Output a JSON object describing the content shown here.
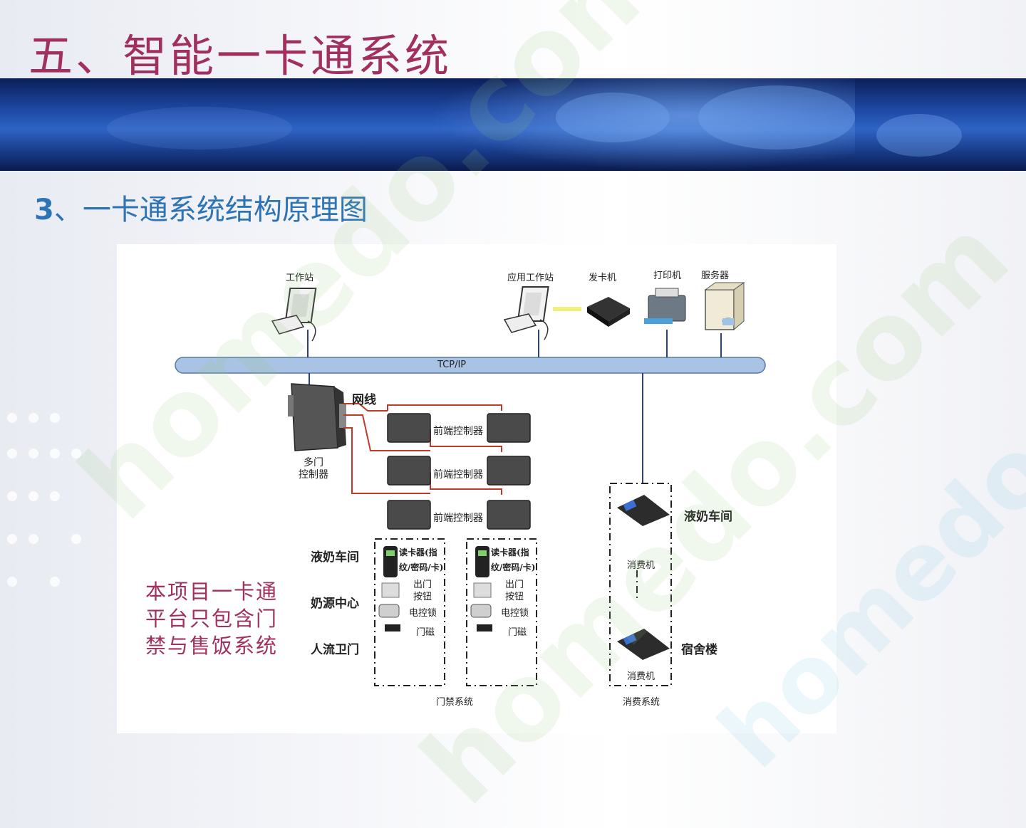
{
  "slide": {
    "title": "五、智能一卡通系统",
    "subtitle_num": "3",
    "subtitle_text": "、一卡通系统结构原理图",
    "note_lines": [
      "本项目一卡通",
      "平台只包含门",
      "禁与售饭系统"
    ],
    "watermark": "homedo.com"
  },
  "diagram": {
    "top_devices": {
      "workstation": "工作站",
      "app_workstation": "应用工作站",
      "card_issuer": "发卡机",
      "printer": "打印机",
      "server": "服务器"
    },
    "bus_label": "TCP/IP",
    "network_cable": "网线",
    "multi_door_controller": [
      "多门",
      "控制器"
    ],
    "front_controller": "前端控制器",
    "locations": [
      "液奶车间",
      "奶源中心",
      "人流卫门"
    ],
    "reader_lines": [
      "读卡器(指",
      "纹/密码/卡)"
    ],
    "exit_button": [
      "出门",
      "按钮"
    ],
    "electric_lock": "电控锁",
    "door_magnet": "门磁",
    "access_system": "门禁系统",
    "consume": {
      "site1": "液奶车间",
      "site2": "宿舍楼",
      "machine": "消费机",
      "system": "消费系统"
    }
  },
  "colors": {
    "title": "#a2305f",
    "subtitle": "#2e74b5",
    "bus": "#9db9dd",
    "red_line": "#c0392b",
    "blue_line": "#2b3f8c"
  }
}
